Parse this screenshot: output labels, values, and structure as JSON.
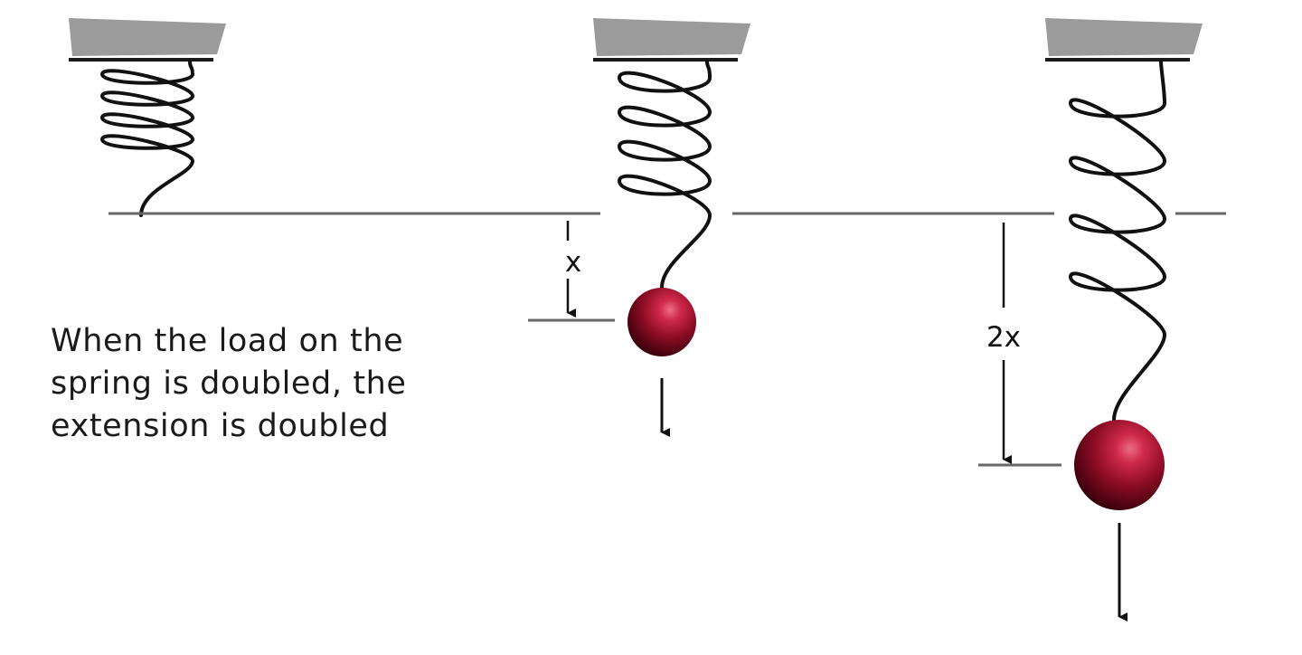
{
  "caption": {
    "line1": "When the load on the",
    "line2": "spring is doubled, the",
    "line3": "extension is doubled"
  },
  "labels": {
    "extension_single": "x",
    "extension_double": "2x"
  },
  "colors": {
    "support": "#9b9b9b",
    "support_edge": "#1a1a1a",
    "spring": "#111111",
    "reference_line": "#666666",
    "mass_dark": "#4a0010",
    "mass_mid": "#8d0c24",
    "mass_light": "#cf2a4a",
    "mass_highlight": "#ee6e86"
  },
  "springs": [
    {
      "id": "unloaded",
      "coils": 5,
      "load": 0
    },
    {
      "id": "single-load",
      "coils": 5,
      "load": 1
    },
    {
      "id": "double-load",
      "coils": 5,
      "load": 2
    }
  ]
}
